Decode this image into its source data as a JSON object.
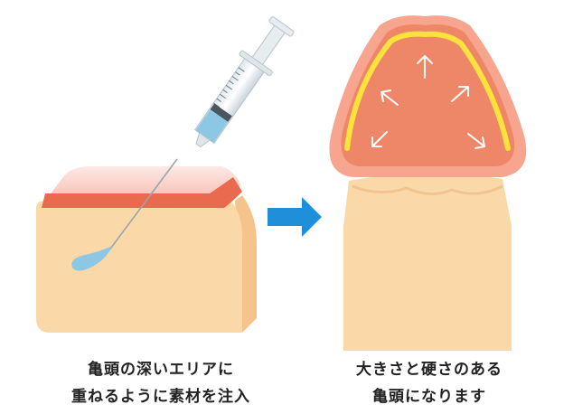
{
  "captions": {
    "left": {
      "line1": "亀頭の深いエリアに",
      "line2": "重ねるように素材を注入"
    },
    "right": {
      "line1": "大きさと硬さのある",
      "line2": "亀頭になります"
    }
  },
  "colors": {
    "skin": "#fbd8a8",
    "skin_side": "#f7cc95",
    "deep_layer": "#e96a4e",
    "glans": "#ee8768",
    "glans_rim": "#f7a58f",
    "filler_line": "#fbe23c",
    "filler_drop": "#8cc8e4",
    "arrow": "#1e8fd8",
    "text": "#222222"
  },
  "icons": {
    "syringe": "syringe-icon",
    "process_arrow": "arrow-right-icon",
    "expansion_arrows": "expand-arrow-icon"
  }
}
